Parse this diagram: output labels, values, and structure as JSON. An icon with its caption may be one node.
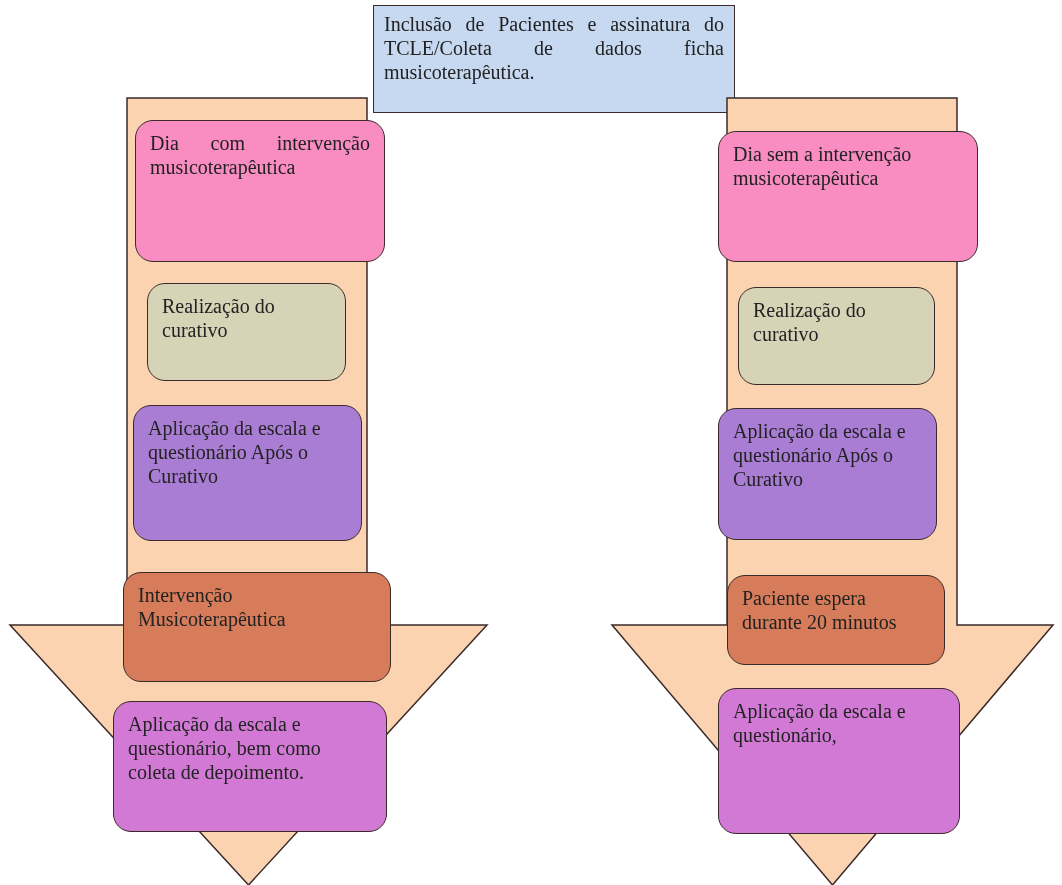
{
  "diagram": {
    "nodes": [
      {
        "text": [
          "Inclusão de Pacientes e assinatura do TCLE/Coleta de dados ficha musicoterapêutica."
        ]
      },
      {
        "text": [],
        "shape": "arrow"
      },
      {
        "text": [
          "Dia com intervenção musicoterapêutica"
        ],
        "in": 1
      },
      {
        "text": [
          "Realização do curativo"
        ],
        "in": 1
      },
      {
        "text": [
          "Aplicação da escala e questionário Após o Curativo"
        ],
        "in": 1
      },
      {
        "text": [
          "Intervenção Musicoterapêutica"
        ],
        "in": 1
      },
      {
        "text": [
          "Aplicação da escala e questionário, bem como coleta de depoimento."
        ],
        "in": 1
      },
      {
        "text": [],
        "shape": "arrow"
      },
      {
        "text": [
          "Dia sem a intervenção musicoterapêutica"
        ],
        "in": 7
      },
      {
        "text": [
          "Realização do curativo"
        ],
        "in": 7
      },
      {
        "text": [
          "Aplicação da escala e questionário Após o Curativo"
        ],
        "in": 7
      },
      {
        "text": [
          "Paciente espera durante 20 minutos"
        ],
        "in": 7
      },
      {
        "text": [
          "Aplicação da escala e questionário,"
        ],
        "in": 7
      }
    ],
    "edges": []
  }
}
